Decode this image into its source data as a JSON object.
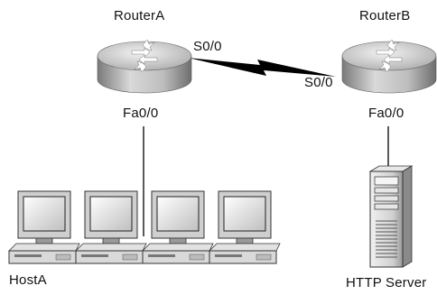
{
  "labels": {
    "router_a": "RouterA",
    "router_b": "RouterB",
    "router_a_serial": "S0/0",
    "router_b_serial": "S0/0",
    "router_a_fa": "Fa0/0",
    "router_b_fa": "Fa0/0",
    "host_a": "HostA",
    "http_server": "HTTP Server"
  },
  "icons": {
    "router": "router-icon",
    "workstation": "workstation-icon",
    "server": "server-icon",
    "serial_link": "lightning-bolt-icon"
  },
  "colors": {
    "device_fill": "#d4d4d4",
    "device_shadow": "#8f8f8f",
    "line": "#000000"
  }
}
